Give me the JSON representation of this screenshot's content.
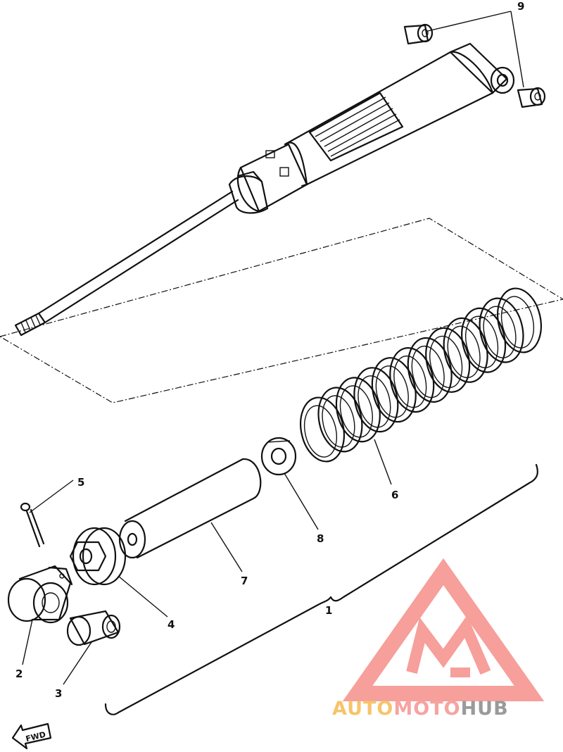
{
  "callouts": {
    "c1": "1",
    "c2": "2",
    "c3": "3",
    "c4": "4",
    "c5": "5",
    "c6": "6",
    "c7": "7",
    "c8": "8",
    "c9": "9"
  },
  "fwd_label": "FWD",
  "watermark": {
    "part_a": "AUTO",
    "part_b": "MOTO",
    "part_c": "HUB",
    "colors": {
      "auto": "#f6c46a",
      "moto": "#f7a3a0",
      "hub": "#9a9a9a",
      "logo": "#f58f8a"
    }
  },
  "icons": [
    "shock-absorber",
    "coil-spring",
    "bushing",
    "collar",
    "spring-seat",
    "cotter-pin",
    "fwd-arrow-icon",
    "automotohub-logo-icon"
  ]
}
